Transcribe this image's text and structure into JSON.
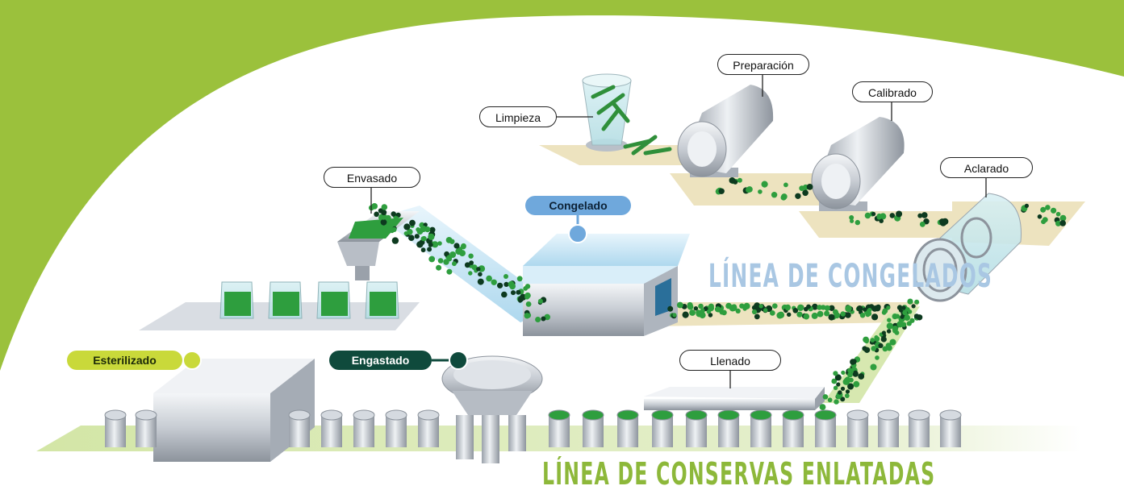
{
  "steps": {
    "limpieza": "Limpieza",
    "preparacion": "Preparación",
    "calibrado": "Calibrado",
    "aclarado": "Aclarado",
    "envasado": "Envasado",
    "llenado": "Llenado"
  },
  "tags": {
    "congelado": "Congelado",
    "esterilizado": "Esterilizado",
    "engastado": "Engastado"
  },
  "lines": {
    "congelados": "LÍNEA DE CONGELADOS",
    "conservas": "LÍNEA DE CONSERVAS ENLATADAS"
  },
  "colors": {
    "banner_green": "#9bc13c",
    "congelado_tag": "#6fa8dc",
    "esterilizado_tag": "#c9d93a",
    "engastado_tag": "#0f4a3c",
    "belt_sand": "#ede3bf",
    "belt_green": "#d7e8b0",
    "congelados_text": "#a9c7e3",
    "conservas_text": "#8db83a",
    "pea_green": "#2e9e3e",
    "pea_dark": "#0d3a1f"
  },
  "icons": [
    "washing-tank-icon",
    "drum-machine-icon",
    "freezer-tunnel-icon",
    "hopper-icon",
    "filling-machine-icon",
    "sterilizer-box-icon",
    "seamer-icon",
    "can-icon",
    "bag-icon",
    "pea-icon"
  ]
}
